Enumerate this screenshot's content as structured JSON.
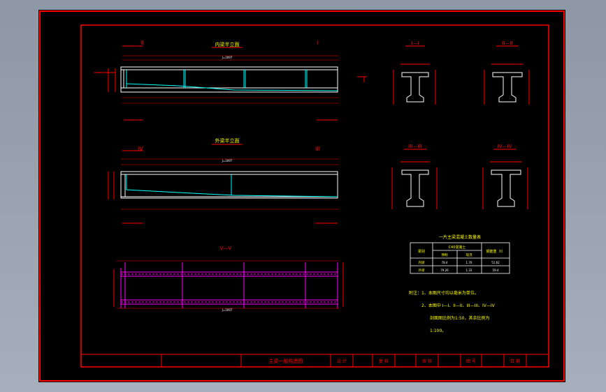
{
  "colors": {
    "background": "#000000",
    "frame": "#ff0000",
    "outline": "#ffffff",
    "hatch": "#ff00ff",
    "cable": "#00ffff",
    "note": "#ffff00"
  },
  "views": {
    "inner_half": {
      "title": "内梁半立面",
      "section_left": "II",
      "section_right": "I",
      "total": "J=3097"
    },
    "outer_half": {
      "title": "外梁半立面",
      "section_left": "IV",
      "section_right": "III",
      "total": "J=3097"
    },
    "plan_v": {
      "title": "V—V",
      "total": "J=3097"
    }
  },
  "sections": [
    {
      "label": "I—I"
    },
    {
      "label": "II—II"
    },
    {
      "label": "III—III"
    },
    {
      "label": "IV—IV"
    }
  ],
  "table": {
    "title": "一片主梁混凝土数量表",
    "col1": "梁别",
    "col2": "C40混凝土",
    "col3": "钢筋重（t）",
    "sub_a": "预制",
    "sub_b": "现浇",
    "rows": [
      {
        "name": "内梁",
        "a": "78.4",
        "b": "1.70",
        "c": "51.62"
      },
      {
        "name": "外梁",
        "a": "79.26",
        "b": "1.33",
        "c": "59.4"
      }
    ]
  },
  "notes": {
    "n1": "附注：1、本图尺寸均以毫米为单位。",
    "n2": "2、本图中 I—I、II—II、III—III、IV—IV",
    "n3": "剖面图比例为1:50，其余比例为",
    "n4": "1:100。"
  },
  "title_block": {
    "drawing_name": "主梁一般构造图",
    "design": "设 计",
    "review": "复 核",
    "audit": "审 核",
    "drawing_no": "图 号",
    "date": "日 期"
  }
}
